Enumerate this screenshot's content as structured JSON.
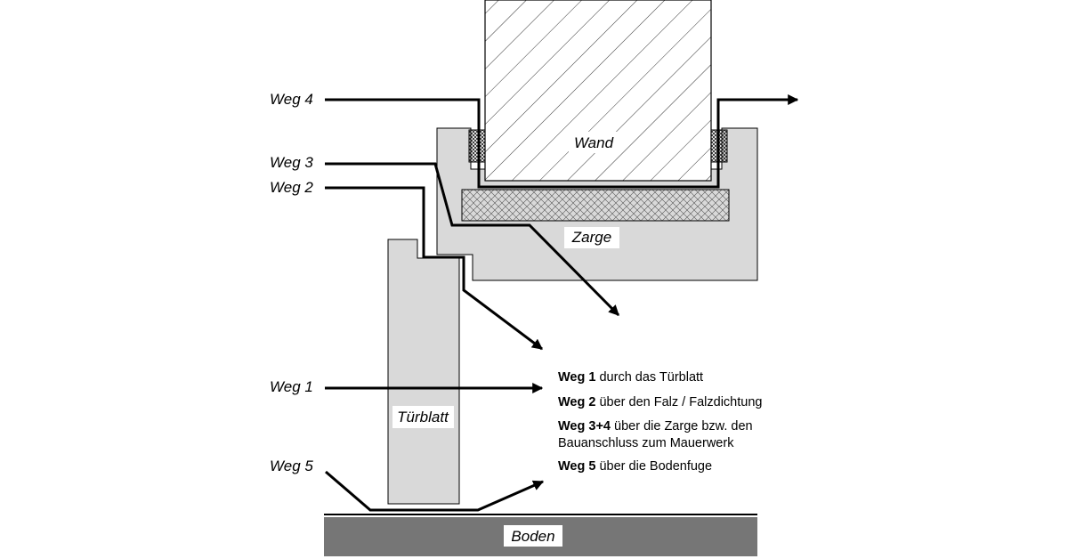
{
  "labels": {
    "wand": "Wand",
    "zarge": "Zarge",
    "tuerblatt": "Türblatt",
    "boden": "Boden"
  },
  "weg_labels": {
    "weg1": "Weg 1",
    "weg2": "Weg 2",
    "weg3": "Weg 3",
    "weg4": "Weg 4",
    "weg5": "Weg 5"
  },
  "legend": [
    {
      "bold": "Weg 1",
      "text": " durch das Türblatt"
    },
    {
      "bold": "Weg 2",
      "text": " über den Falz / Falzdichtung"
    },
    {
      "bold": "Weg 3+4",
      "text": " über die Zarge bzw. den"
    },
    {
      "bold": "",
      "text": "Bauanschluss zum Mauerwerk"
    },
    {
      "bold": "Weg 5",
      "text": " über die Bodenfuge"
    }
  ],
  "colors": {
    "zarge_fill": "#d9d9d9",
    "tuerblatt_fill": "#d9d9d9",
    "boden_fill": "#767676",
    "line": "#000000"
  }
}
